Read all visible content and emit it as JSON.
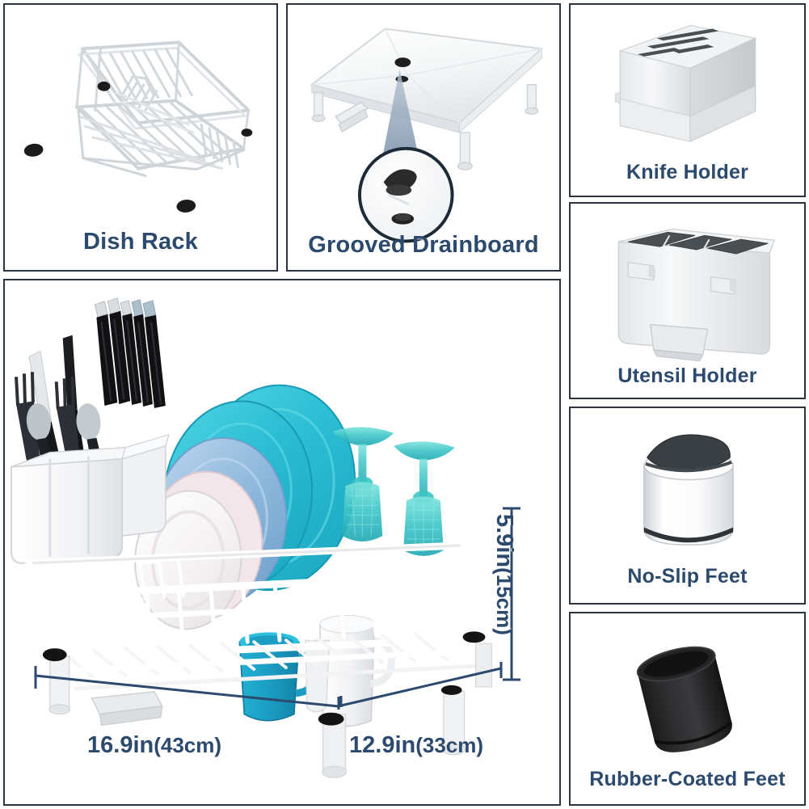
{
  "layout": {
    "background": "#ffffff",
    "panel_border_color": "#2a3540",
    "caption_color": "#2c4a6e",
    "accent_color": "#2c4a6e"
  },
  "panels": [
    {
      "id": "dish-rack",
      "caption": "Dish Rack"
    },
    {
      "id": "grooved-drainboard",
      "caption": "Grooved Drainboard"
    },
    {
      "id": "knife-holder",
      "caption": "Knife Holder"
    },
    {
      "id": "utensil-holder",
      "caption": "Utensil Holder"
    },
    {
      "id": "no-slip-feet",
      "caption": "No-Slip Feet"
    },
    {
      "id": "rubber-coated-feet",
      "caption": "Rubber-Coated Feet"
    }
  ],
  "main": {
    "dimensions": {
      "width": {
        "value": "16.9in",
        "metric": "(43cm)"
      },
      "depth": {
        "value": "12.9in",
        "metric": "(33cm)"
      },
      "height": {
        "value": "5.9in",
        "metric": "(15cm)"
      }
    },
    "contents": {
      "plates": [
        {
          "name": "large-cyan-plate",
          "color": "#2bbdd4"
        },
        {
          "name": "medium-blue-plate",
          "color": "#8eb8dc"
        },
        {
          "name": "small-white-plate",
          "color": "#f6f3f4"
        }
      ],
      "glassware": [
        {
          "name": "teal-goblet-left",
          "color": "#45c9c6"
        },
        {
          "name": "teal-goblet-right",
          "color": "#45c9c6"
        }
      ],
      "cups": [
        {
          "name": "teal-mug",
          "color": "#1b9dc4"
        },
        {
          "name": "white-mug",
          "color": "#f2f2f4"
        },
        {
          "name": "white-cup",
          "color": "#ededf0"
        }
      ],
      "cutlery_caddy": {
        "name": "utensil-caddy",
        "color": "#ffffff"
      },
      "frame_color": "#ffffff",
      "feet_color": "#141414"
    }
  },
  "art_colors": {
    "wire": "#d6dade",
    "wire_dark": "#aab0b6",
    "plastic_light": "#f4f5f6",
    "plastic_mid": "#e3e5e8",
    "plastic_shadow": "#c8ccd1",
    "slot_dark": "#4a4f53",
    "rubber_black": "#151515",
    "magnifier_ring": "#1d2a38",
    "cone_blue": "#5c7b9b"
  }
}
